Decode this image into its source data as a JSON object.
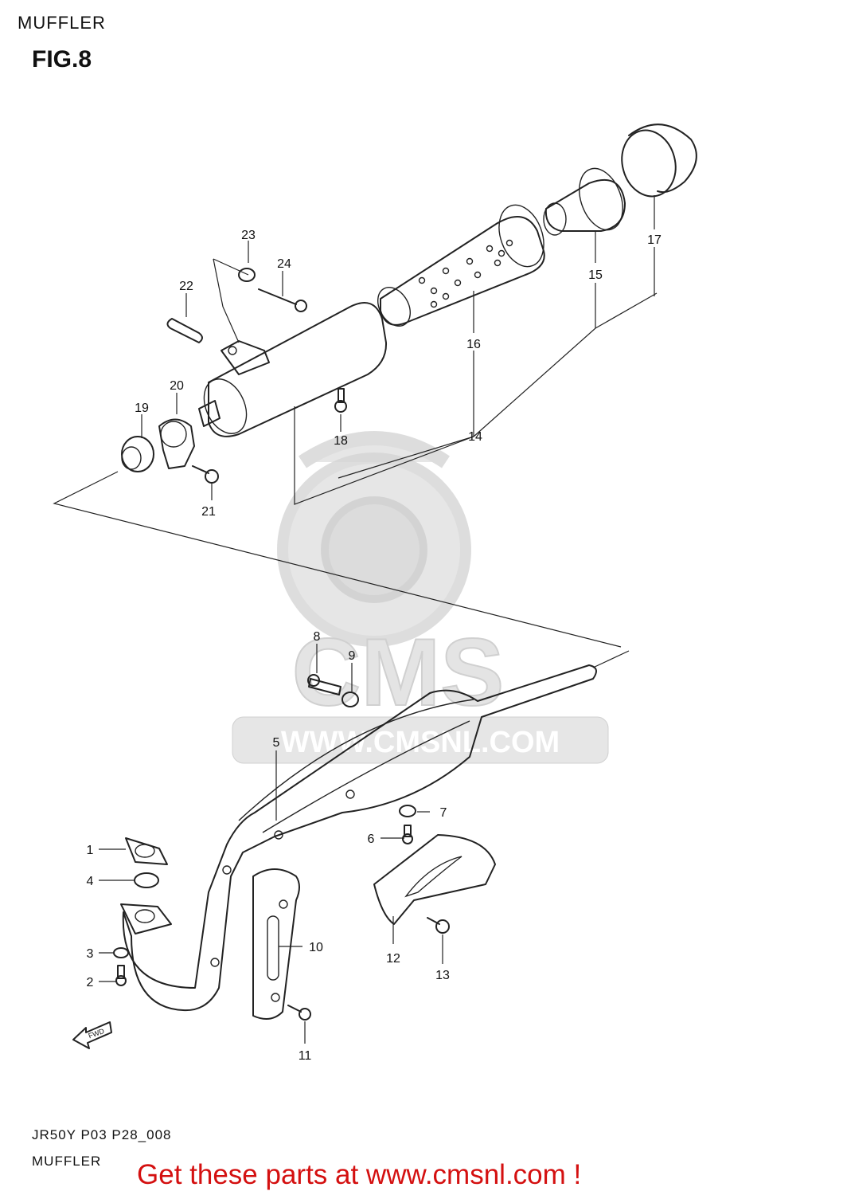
{
  "header": {
    "section_title": "MUFFLER",
    "figure_label": "FIG.8"
  },
  "footer": {
    "model_code": "JR50Y P03 P28_008",
    "section_name": "MUFFLER",
    "promo_text": "Get these parts at www.cmsnl.com !"
  },
  "watermark": {
    "brand": "CMS",
    "url": "WWW.CMSNL.COM"
  },
  "direction_badge": "FWD",
  "colors": {
    "promo": "#d41010",
    "watermark": "#d6d6d6",
    "line": "#222222"
  },
  "callouts": [
    {
      "num": "1"
    },
    {
      "num": "2"
    },
    {
      "num": "3"
    },
    {
      "num": "4"
    },
    {
      "num": "5"
    },
    {
      "num": "6"
    },
    {
      "num": "7"
    },
    {
      "num": "8"
    },
    {
      "num": "9"
    },
    {
      "num": "10"
    },
    {
      "num": "11"
    },
    {
      "num": "12"
    },
    {
      "num": "13"
    },
    {
      "num": "14"
    },
    {
      "num": "15"
    },
    {
      "num": "16"
    },
    {
      "num": "17"
    },
    {
      "num": "18"
    },
    {
      "num": "19"
    },
    {
      "num": "20"
    },
    {
      "num": "21"
    },
    {
      "num": "22"
    },
    {
      "num": "23"
    },
    {
      "num": "24"
    }
  ]
}
